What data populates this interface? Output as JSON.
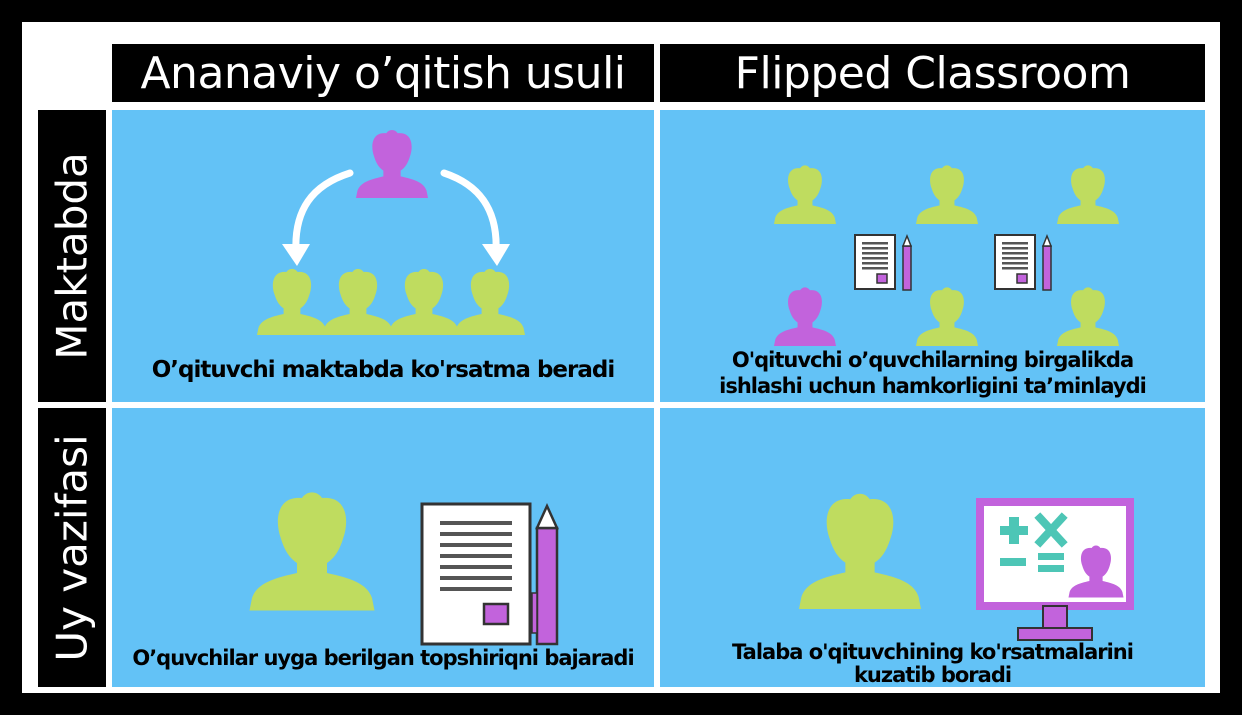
{
  "columns": {
    "left": "Ananaviy o’qitish usuli",
    "right": "Flipped Classroom"
  },
  "rows": {
    "top": "Maktabda",
    "bottom": "Uy vazifasi"
  },
  "cells": {
    "top_left": "O’qituvchi maktabda ko'rsatma beradi",
    "top_right_line1": "O'qituvchi o’quvchilarning birgalikda",
    "top_right_line2": "ishlashi uchun hamkorligini ta’minlaydi",
    "bottom_left": "O’quvchilar uyga berilgan topshiriqni bajaradi",
    "bottom_right_line1": "Talaba o'qituvchining ko'rsatmalarini",
    "bottom_right_line2": "kuzatib boradi"
  },
  "colors": {
    "cell_background": "#63c2f6",
    "student": "#bfdc5f",
    "teacher": "#c263dc",
    "header_background": "#000000",
    "header_text": "#ffffff"
  },
  "icons": {
    "teacher": "teacher-icon",
    "student": "student-icon",
    "worksheet": "worksheet-icon",
    "pen": "pen-icon",
    "computer": "computer-screen-icon",
    "arrow": "curved-arrow-icon"
  }
}
